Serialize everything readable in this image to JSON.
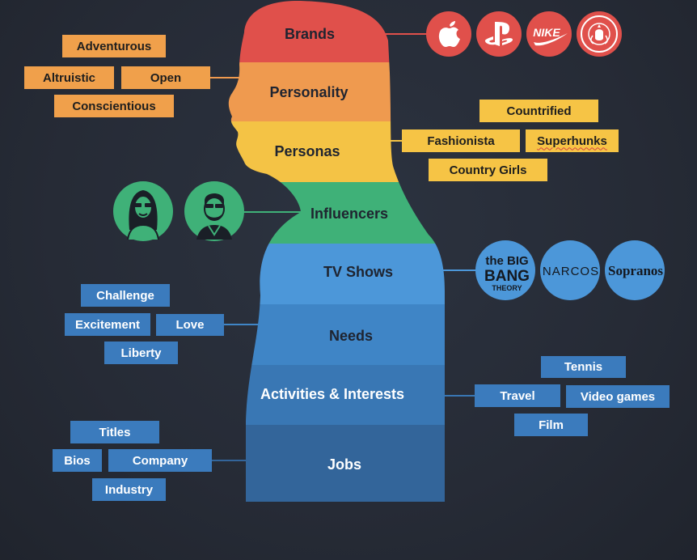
{
  "colors": {
    "background": "#262b36",
    "brands": "#e0504b",
    "personality": "#ef9a4f",
    "personas": "#f4c345",
    "influencers": "#3fb178",
    "tv_shows": "#4c97d9",
    "needs": "#3f85c6",
    "activities": "#3977b4",
    "jobs": "#33659a",
    "tag_orange": "#f0a04b",
    "tag_yellow": "#f6c445",
    "tag_blue": "#3b7bbd"
  },
  "segments": {
    "brands": "Brands",
    "personality": "Personality",
    "personas": "Personas",
    "influencers": "Influencers",
    "tv_shows": "TV Shows",
    "needs": "Needs",
    "activities": "Activities & Interests",
    "jobs": "Jobs"
  },
  "personality_tags": [
    "Adventurous",
    "Altruistic",
    "Open",
    "Conscientious"
  ],
  "persona_tags": [
    "Countrified",
    "Fashionista",
    "Superhunks",
    "Country Girls"
  ],
  "need_tags": [
    "Challenge",
    "Excitement",
    "Love",
    "Liberty"
  ],
  "activity_tags": [
    "Tennis",
    "Travel",
    "Video games",
    "Film"
  ],
  "job_tags": [
    "Titles",
    "Bios",
    "Company",
    "Industry"
  ],
  "brand_logos": {
    "apple": "apple-icon",
    "playstation": "playstation-icon",
    "nike": "NIKE",
    "starbucks": "starbucks-icon"
  },
  "influencer_avatars": [
    "woman-avatar-icon",
    "man-avatar-icon"
  ],
  "tv_logos": {
    "bbt_line1": "the BIG",
    "bbt_line2": "BANG",
    "bbt_line3": "THEORY",
    "narcos": "NARCOS",
    "sopranos": "Sopranos"
  }
}
